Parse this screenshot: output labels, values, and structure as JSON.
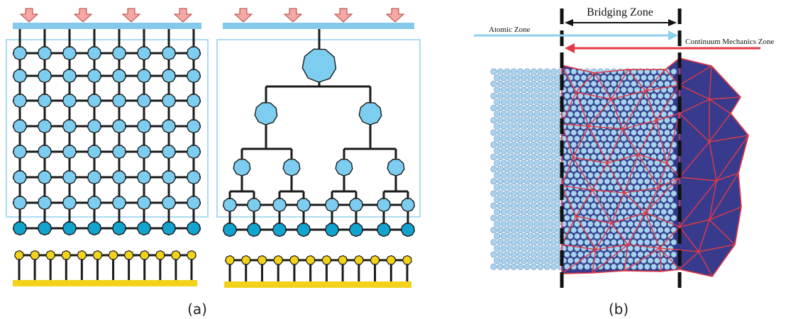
{
  "panels": {
    "a": {
      "caption": "(a)"
    },
    "b": {
      "caption": "(b)"
    }
  },
  "labels": {
    "bridging_zone": "Bridging Zone",
    "atomic_zone": "Atomic Zone",
    "continuum_zone": "Continuum Mechanics Zone"
  },
  "colors": {
    "load_arrow": "#f4a9a5",
    "plate_blue": "#84c9ec",
    "node_blue": "#7ccdef",
    "node_dark_blue": "#12a3cf",
    "node_yellow": "#f3d21a",
    "box_outline": "#8fd0ee",
    "continuum_fill": "#272a83",
    "mesh_red": "#e23a44",
    "atom_fill": "#a9d3ef"
  }
}
